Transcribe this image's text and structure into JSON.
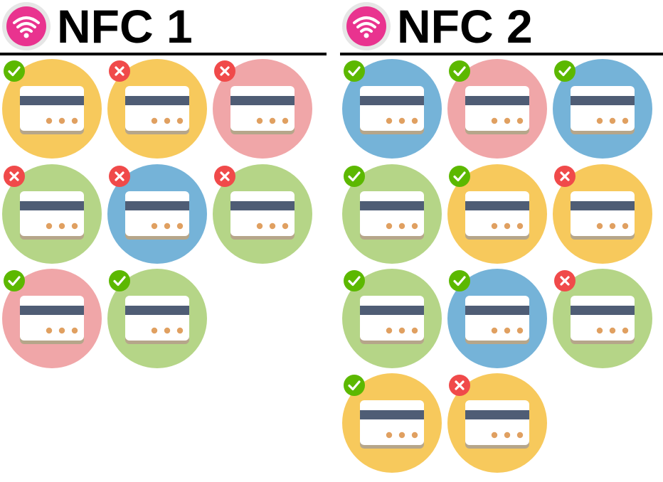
{
  "colors": {
    "yellow": "#f7c95c",
    "pink": "#f0a6a8",
    "green": "#b5d587",
    "blue": "#75b3d8",
    "card_face": "#ffffff",
    "card_shadow": "#b6a68a",
    "card_stripe": "#4f5d75",
    "card_dots": "#e0a061",
    "nfc_logo_ring": "#e6e6e6",
    "nfc_logo_fill": "#e9338f",
    "check": "#5cb800",
    "cross": "#f04a4a",
    "rule": "#000000"
  },
  "panels": [
    {
      "id": "nfc-1",
      "title": "NFC 1",
      "logo_icon": "nfc-wifi-icon",
      "cards": [
        {
          "color": "yellow",
          "status": "ok"
        },
        {
          "color": "yellow",
          "status": "fail"
        },
        {
          "color": "pink",
          "status": "fail"
        },
        {
          "color": "green",
          "status": "fail"
        },
        {
          "color": "blue",
          "status": "fail"
        },
        {
          "color": "green",
          "status": "fail"
        },
        {
          "color": "pink",
          "status": "ok"
        },
        {
          "color": "green",
          "status": "ok"
        }
      ]
    },
    {
      "id": "nfc-2",
      "title": "NFC 2",
      "logo_icon": "nfc-wifi-icon",
      "cards": [
        {
          "color": "blue",
          "status": "ok"
        },
        {
          "color": "pink",
          "status": "ok"
        },
        {
          "color": "blue",
          "status": "ok"
        },
        {
          "color": "green",
          "status": "ok"
        },
        {
          "color": "yellow",
          "status": "ok"
        },
        {
          "color": "yellow",
          "status": "fail"
        },
        {
          "color": "green",
          "status": "ok"
        },
        {
          "color": "blue",
          "status": "ok"
        },
        {
          "color": "green",
          "status": "fail"
        },
        {
          "color": "yellow",
          "status": "ok"
        },
        {
          "color": "yellow",
          "status": "fail"
        }
      ]
    }
  ]
}
